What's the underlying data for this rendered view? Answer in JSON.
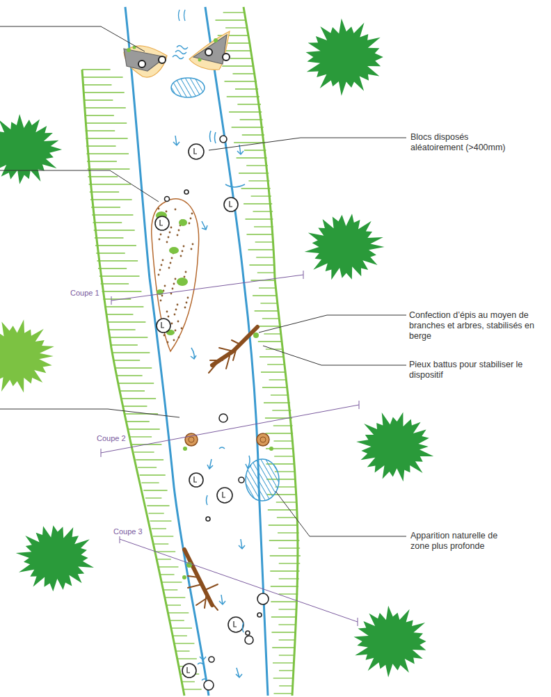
{
  "diagram": {
    "labels": [
      "Blocs disposés aléatoirement (>400mm)",
      "Coupe 1",
      "Confection d’épis au moyen de branches et arbres, stabilisés en berge",
      "Pieux battus pour stabiliser le dispositif",
      "Coupe 2",
      "Coupe 3",
      "Apparition naturelle de zone plus profonde"
    ]
  }
}
